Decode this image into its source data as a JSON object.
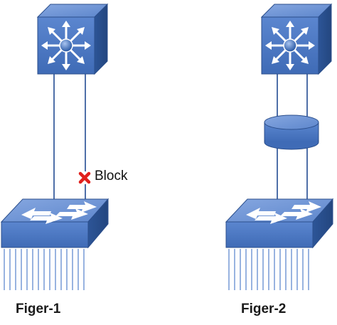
{
  "figure_1": {
    "caption": "Figer-1",
    "block_label": "Block"
  },
  "figure_2": {
    "caption": "Figer-2"
  },
  "colors": {
    "device_front": "#4a76c0",
    "device_top": "#6f95d6",
    "device_side": "#2e5598",
    "link": "#3e5f9a",
    "ports": "#7fa0d8",
    "block_x": "#e0201d"
  },
  "icons": [
    "multilayer-switch-icon",
    "workgroup-switch-icon",
    "cylinder-device-icon",
    "block-x-icon"
  ]
}
